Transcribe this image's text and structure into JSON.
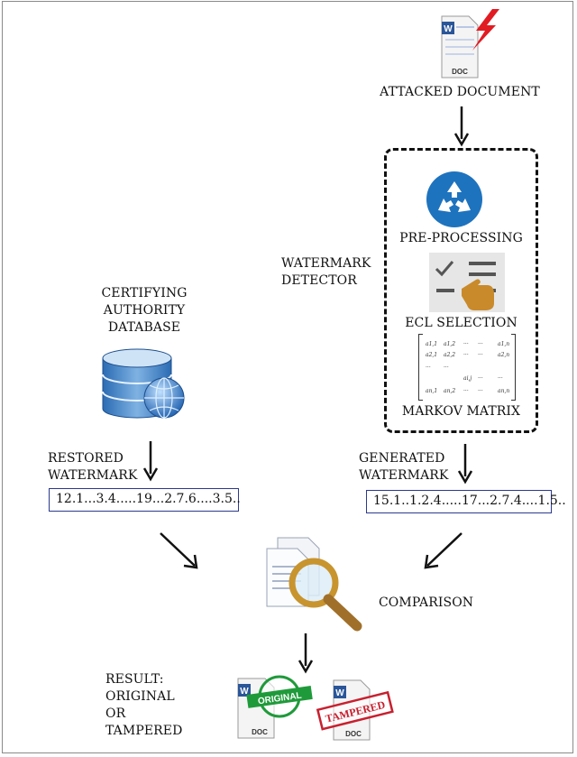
{
  "labels": {
    "attacked_document": "ATTACKED DOCUMENT",
    "pre_processing": "PRE-PROCESSING",
    "watermark_detector": [
      "WATERMARK",
      "DETECTOR"
    ],
    "ecl_selection": "ECL SELECTION",
    "markov_matrix": "MARKOV MATRIX",
    "certifying_authority": [
      "CERTIFYING",
      "AUTHORITY",
      "DATABASE"
    ],
    "restored_watermark": [
      "RESTORED",
      "WATERMARK"
    ],
    "generated_watermark": [
      "GENERATED",
      "WATERMARK"
    ],
    "comparison": "COMPARISON",
    "result": [
      "RESULT:",
      "ORIGINAL",
      "OR",
      "TAMPERED"
    ]
  },
  "watermarks": {
    "restored": "12.1...3.4.....19...2.7.6....3.5..",
    "generated": "15.1..1.2.4.....17...2.7.4....1.5.."
  },
  "doc_icons": {
    "word_letter": "W",
    "doc_label": "DOC",
    "original_stamp": "ORIGINAL",
    "tampered_stamp": "TAMPERED"
  },
  "matrix_cells": [
    "a1,1",
    "a1,2",
    "···",
    "···",
    "a1,n",
    "a2,1",
    "a2,2",
    "···",
    "···",
    "a2,n",
    "···",
    "···",
    "ai,j",
    "···",
    "···",
    "an,1",
    "an,2",
    "···",
    "···",
    "an,n"
  ],
  "colors": {
    "frame": "#8a8a8a",
    "box_border": "#2b3a8c",
    "word_blue": "#2a5699",
    "recycle_blue": "#1e73be",
    "lightning_red": "#e11b22",
    "stamp_green": "#1f9a3a",
    "stamp_red": "#c8202f",
    "hand_orange": "#c98a2b"
  },
  "icons": [
    "word-doc-icon",
    "lightning-icon",
    "recycle-icon",
    "checklist-hand-icon",
    "database-globe-icon",
    "magnifier-documents-icon",
    "original-stamp-icon",
    "tampered-stamp-icon"
  ]
}
